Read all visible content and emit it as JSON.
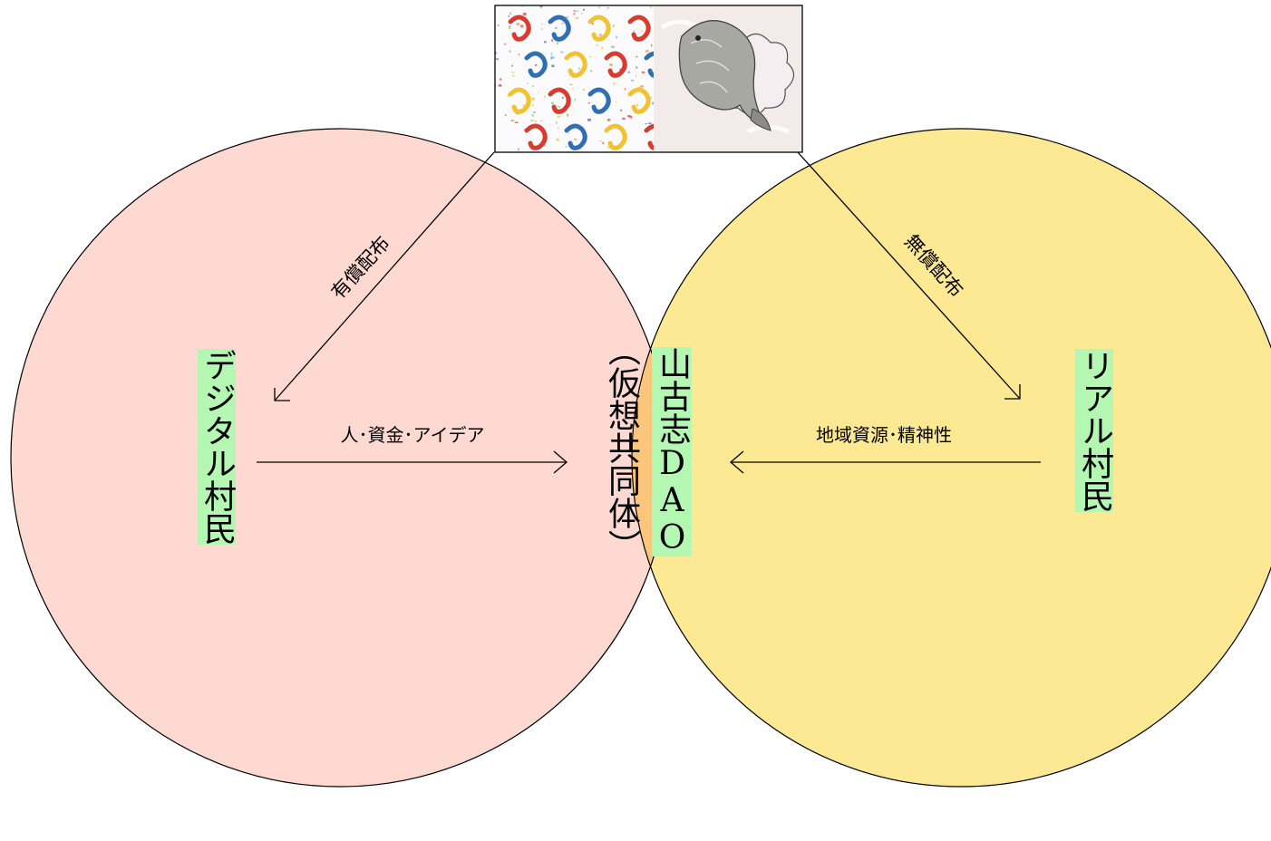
{
  "diagram": {
    "left_group": "デジタル村民",
    "right_group": "リアル村民",
    "center": {
      "name": "山古志DAO",
      "subtitle": "（仮想共同体）"
    },
    "flows": {
      "left_diag": "有償配布",
      "right_diag": "無償配布",
      "left_in": "人･資金･アイデア",
      "right_in": "地域資源･精神性"
    },
    "colors": {
      "left_circle": "#fdd9d1",
      "right_circle": "#fde894",
      "overlap": "#fbc67c",
      "label_highlight": "#b3f7b3",
      "stroke": "#000000"
    },
    "nft_images": [
      {
        "name": "colorful-koi-pattern-art",
        "colors": [
          "#d93b2f",
          "#2f6fb6",
          "#f2c230"
        ]
      },
      {
        "name": "grey-koi-fish-art",
        "colors": [
          "#9a9a9a",
          "#f3eaea"
        ]
      }
    ]
  }
}
